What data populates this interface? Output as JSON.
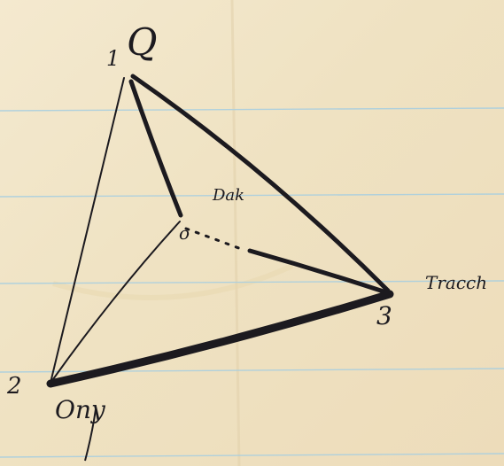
{
  "diagram": {
    "type": "handwritten-tetrahedron-sketch",
    "paper": {
      "background": "#f0e4c6",
      "rule_color": "#a9cfe0",
      "ink_color": "#1c1a1f"
    },
    "vertices": [
      {
        "id": "1",
        "label": "1"
      },
      {
        "id": "2",
        "label": "2"
      },
      {
        "id": "3",
        "label": "3"
      },
      {
        "id": "o",
        "label": "o"
      }
    ],
    "annotations": {
      "top_symbol": "Q",
      "face_word": "Dak",
      "right_word": "Tracch",
      "bottom_word": "Ony"
    },
    "edges": [
      {
        "from": "1",
        "to": "2",
        "style": "thin"
      },
      {
        "from": "1",
        "to": "3",
        "style": "thick"
      },
      {
        "from": "1",
        "to": "o",
        "style": "thick"
      },
      {
        "from": "2",
        "to": "3",
        "style": "heavy"
      },
      {
        "from": "2",
        "to": "o",
        "style": "thin"
      },
      {
        "from": "o",
        "to": "3",
        "style": "dotted-then-solid"
      }
    ]
  }
}
